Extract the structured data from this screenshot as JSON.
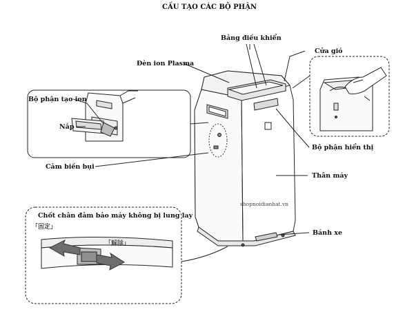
{
  "title": "CẤU TẠO CÁC BỘ PHẬN",
  "labels": {
    "control_panel": "Bảng điều khiển",
    "plasma_light": "Đèn ion Plasma",
    "air_vent": "Cửa gió",
    "ion_generator": "Bộ phận tạo ion",
    "cover": "Nắp",
    "display": "Bộ phận hiển thị",
    "dust_sensor": "Cảm biến bụi",
    "body": "Thân máy",
    "caster": "Bánh xe",
    "stand_lock": "Chốt chân đảm bảo máy không bị lung lay"
  },
  "lock_states": {
    "fixed": "「固定」",
    "release": "「解除」"
  },
  "watermark": "shopnoidianhat.vn",
  "colors": {
    "line": "#222222",
    "device_fill": "#ffffff",
    "shade": "#d9d9d9",
    "dark_shade": "#8a8a8a",
    "arrow": "#555555"
  }
}
